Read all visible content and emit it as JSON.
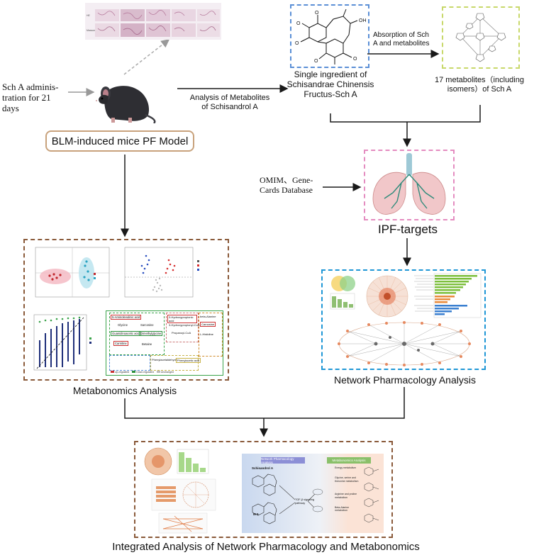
{
  "admin": {
    "text": "Sch A adminis-\ntration for 21\ndays"
  },
  "model": {
    "label": "BLM-induced mice PF Model"
  },
  "analysis_metabolites": {
    "text": "Analysis of Metabolites\nof Schisandrol A"
  },
  "single_ingredient": {
    "text": "Single ingredient of\nSchisandrae Chinensis\nFructus-Sch A"
  },
  "absorption": {
    "text": "Absorption of Sch\nA and metabolites"
  },
  "metabolites17": {
    "text": "17 metabolites（including\nisomers）of Sch A"
  },
  "databases": {
    "text": "OMIM、Gene-\nCards Database"
  },
  "ipf": {
    "label": "IPF-targets"
  },
  "metabonomics": {
    "caption": "Metabonomics Analysis",
    "pathway_nodes": [
      "5-Aminolevulinic acid",
      "Glycine",
      "Sarcosine",
      "Guanidinoacetic acid",
      "Dimethylglycine",
      "Carnitine",
      "Betaine",
      "3-Hydroxypropionic acid",
      "3-Hydroxypropionyl-CoA",
      "Propanoyl-CoA",
      "beta-Alanine",
      "Carnosine",
      "L-Histidine",
      "Phenylacetaldehyde",
      "Phenylacetic acid"
    ],
    "pathway_sections": [
      "Glycine, serine and threonine metabolism",
      "Arginine and proline metabolism",
      "Phenylalanine metabolism",
      "beta-Alanine metabolism",
      "Histidine metabolism"
    ],
    "legend": [
      "Up-regulated",
      "Slightly up-regulated",
      "Down-regulated",
      "Slightly down-regulated",
      "Unchanged",
      "BLM group",
      "SchA group"
    ]
  },
  "network": {
    "caption": "Network Pharmacology Analysis"
  },
  "integrated": {
    "caption": "Integrated Analysis of Network Pharmacology and Metabonomics",
    "np_header": "Network Pharmacology Analysis",
    "ma_header": "Metabonomics Analysis",
    "schisandrol": "Schisandrol A",
    "m5": "M 5",
    "tgf": "TGF-β signaling pathway",
    "col_items": [
      "Energy metabolism",
      "Glycine, serine and threonine metabolism",
      "Arginine and proline metabolism",
      "Beta-Alanine metabolism"
    ]
  },
  "colors": {
    "arrow": "#1a1a1a",
    "model_border": "#c8a27c",
    "blue_dash": "#5b8fd6",
    "green_dash": "#c8d86a",
    "pink_dash": "#e48cc0",
    "brown_dash": "#8a5a3a",
    "cyan_dash": "#1f97d6",
    "integrated_dash": "#8a5a3a"
  }
}
